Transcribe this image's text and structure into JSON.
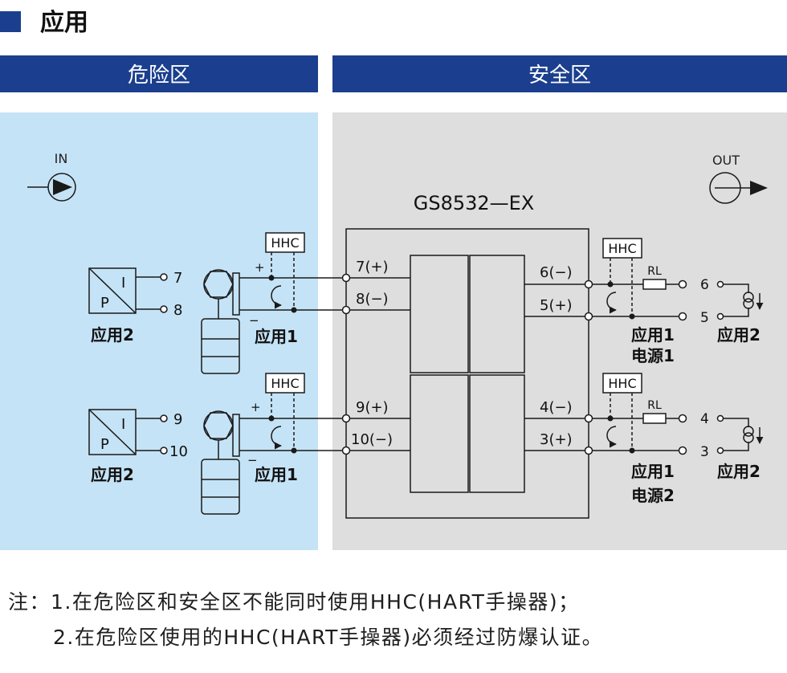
{
  "section_title": "应用",
  "colors": {
    "brand_blue": "#1b3f8e",
    "hazard_bg": "#c5e3f6",
    "safe_bg": "#dedede",
    "line": "#1a1a1a"
  },
  "zones": {
    "hazardous": "危险区",
    "safe": "安全区"
  },
  "io": {
    "input": "IN",
    "output": "OUT"
  },
  "device": {
    "model": "GS8532—EX"
  },
  "hhc_label": "HHC",
  "load_label": "RL",
  "channels": [
    {
      "in_pos": "7(+)",
      "in_neg": "8(−)",
      "out_neg": "6(−)",
      "out_pos": "5(+)",
      "sensor_term_a": "7",
      "sensor_term_b": "8",
      "recv_term_a": "6",
      "recv_term_b": "5",
      "power_label": "电源1"
    },
    {
      "in_pos": "9(+)",
      "in_neg": "10(−)",
      "out_neg": "4(−)",
      "out_pos": "3(+)",
      "sensor_term_a": "9",
      "sensor_term_b": "10",
      "recv_term_a": "4",
      "recv_term_b": "3",
      "power_label": "电源2"
    }
  ],
  "converter": {
    "p": "P",
    "i": "I"
  },
  "app1": "应用1",
  "app2": "应用2",
  "polarity": {
    "plus": "+",
    "minus": "−"
  },
  "notes": {
    "prefix": "注：",
    "line1": "1.在危险区和安全区不能同时使用HHC(HART手操器)；",
    "line2": "2.在危险区使用的HHC(HART手操器)必须经过防爆认证。"
  }
}
